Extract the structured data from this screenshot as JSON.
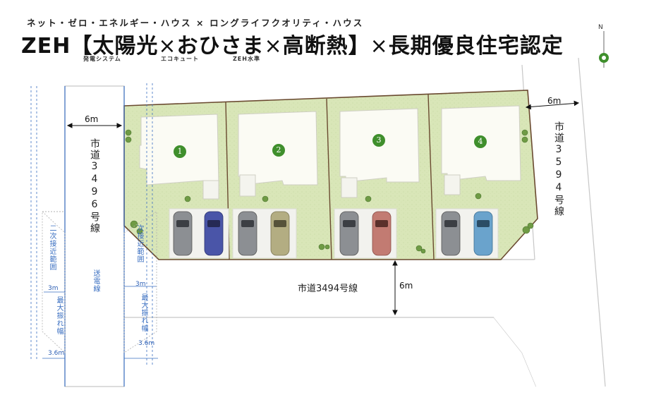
{
  "header": {
    "kana_line": "ネット・ゼロ・エネルギー・ハウス × ロングライフクオリティ・ハウス",
    "title_zeh": "ZEH",
    "title_bracket_open": "【",
    "title_solar": "太陽光",
    "title_x1": "×",
    "title_ohisama": "おひさま",
    "title_x2": "×",
    "title_insulation": "高断熱",
    "title_bracket_close": "】",
    "title_x3": "×",
    "title_certification": "長期優良住宅認定",
    "note_solar": "発電システム",
    "note_ohisama": "エコキュート",
    "note_insulation": "ZEH水準"
  },
  "compass": {
    "label": "N"
  },
  "lots": [
    {
      "number": "1"
    },
    {
      "number": "2"
    },
    {
      "number": "3"
    },
    {
      "number": "4"
    }
  ],
  "roads": {
    "west": {
      "name": "市道3496号線",
      "width": "6m"
    },
    "east": {
      "name": "市道3594号線",
      "width": "6m"
    },
    "south": {
      "name": "市道3494号線",
      "width": "6m"
    }
  },
  "power_line": {
    "label": "送電線",
    "left_zone": {
      "approach": "二次接近範囲",
      "approach_width": "3m",
      "swing": "最大振れ幅",
      "swing_width": "3.6m"
    },
    "right_zone": {
      "approach": "次接近範囲",
      "approach_width": "3m",
      "swing": "最大振れ幅",
      "swing_width": "3.6m"
    }
  },
  "colors": {
    "lawn": "#d9e6b8",
    "road": "#ffffff",
    "road_edge": "#c9c9c9",
    "building": "#fbfbf4",
    "lot_border": "#6a4a30",
    "number_badge": "#3f8f2c",
    "power_line": "#3a6fc1",
    "car_gray": "#8c8f93",
    "car_blue": "#4a55a8",
    "car_olive": "#b3ad82",
    "car_red": "#c27b72",
    "car_lightblue": "#6aa3cc"
  }
}
